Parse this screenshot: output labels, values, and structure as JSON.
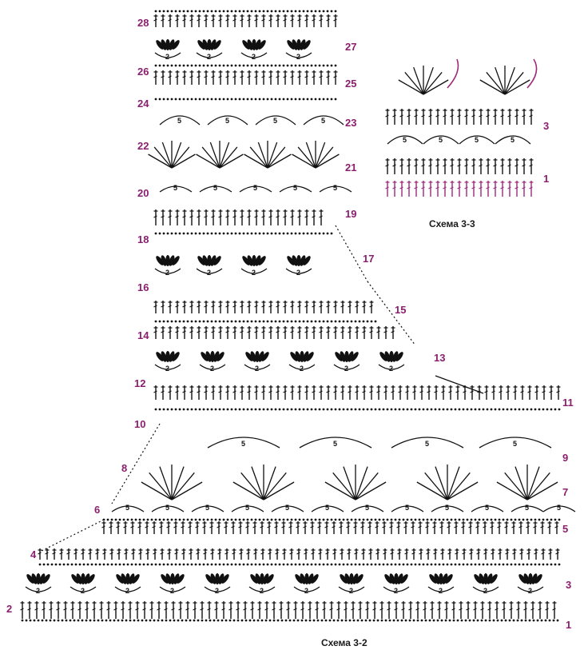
{
  "scheme_main": {
    "caption": "Схема 3-2",
    "row_labels_left": [
      "28",
      "26",
      "24",
      "22",
      "20",
      "18",
      "16",
      "14",
      "12",
      "10",
      "8",
      "6",
      "4",
      "2"
    ],
    "row_labels_right": [
      "27",
      "25",
      "23",
      "21",
      "19",
      "17",
      "15",
      "13",
      "11",
      "9",
      "7",
      "5",
      "3",
      "1"
    ]
  },
  "scheme_small": {
    "caption": "Схема 3-3",
    "row_labels": [
      "3",
      "1"
    ]
  },
  "symbol_text": {
    "five": "5",
    "two": "2"
  },
  "colors": {
    "ink": "#111111",
    "label": "#8a1f6e",
    "accent": "#9b2a7a"
  }
}
